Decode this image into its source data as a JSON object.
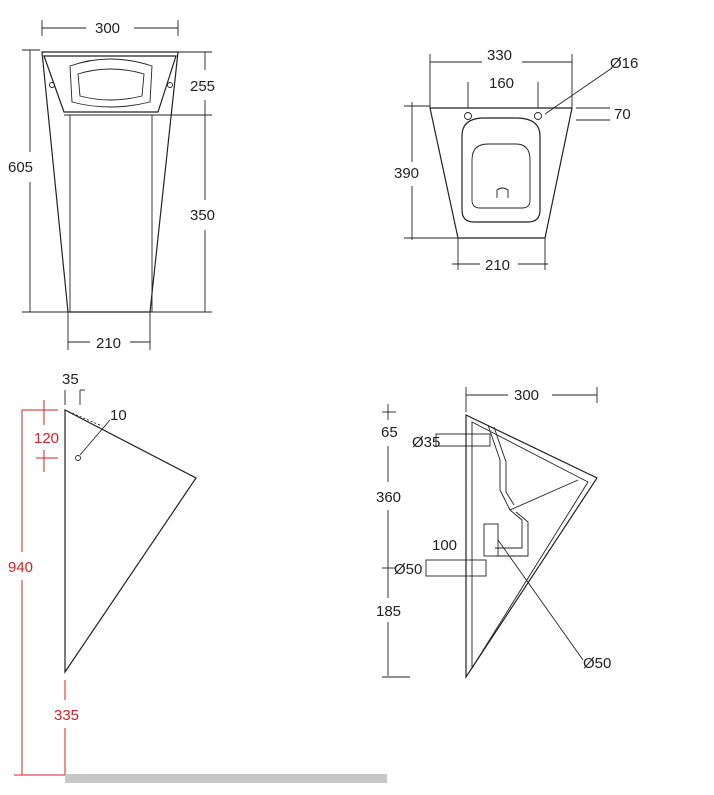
{
  "front_view": {
    "top_width": "300",
    "bowl_height": "255",
    "total_height": "605",
    "lower_height": "350",
    "base_width": "210"
  },
  "top_view": {
    "width": "330",
    "hole_spacing": "160",
    "hole_diameter": "Ø16",
    "hole_offset": "70",
    "depth": "390",
    "back_width": "210"
  },
  "side_view": {
    "wall_offset": "35",
    "hole_dia": "10",
    "hole_height": "120",
    "total_height": "940",
    "floor_gap": "335"
  },
  "section_view": {
    "depth": "300",
    "inlet_offset": "65",
    "inlet_dia": "Ø35",
    "inlet_to_outlet": "360",
    "outlet_length": "100",
    "outlet_dia": "Ø50",
    "outlet_height": "185",
    "drain_dia": "Ø50"
  },
  "colors": {
    "line": "#222222",
    "red_dimension": "#d42020",
    "floor": "#c8c8c8"
  }
}
